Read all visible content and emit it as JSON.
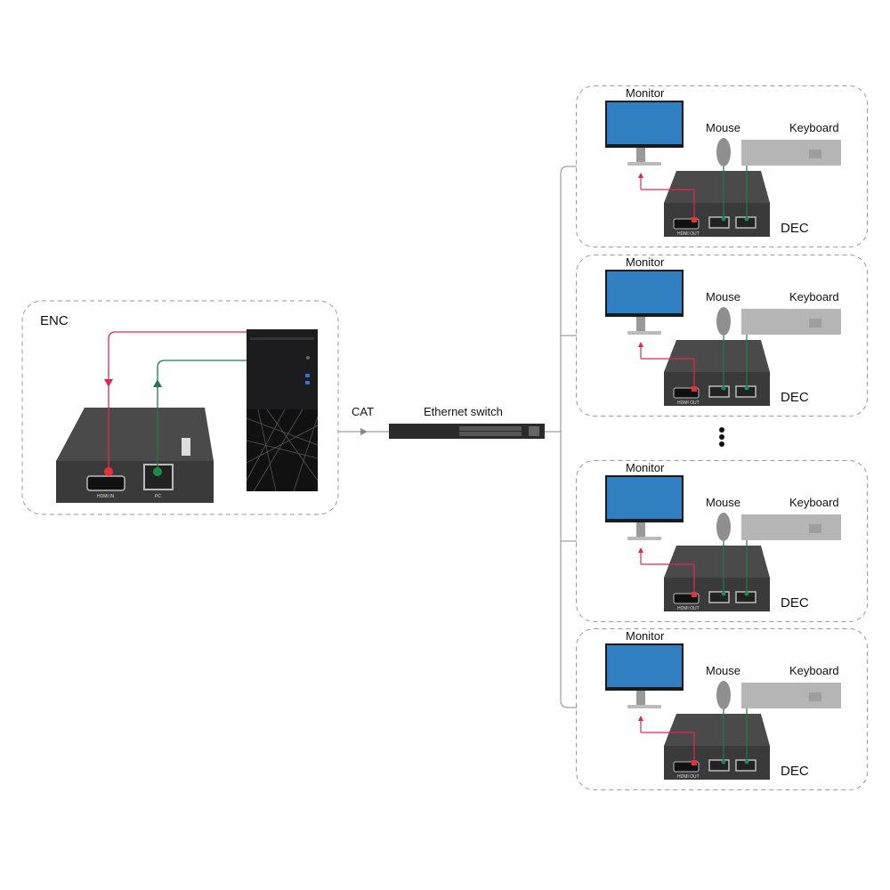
{
  "encoder": {
    "label": "ENC",
    "ports": {
      "hdmi_in": "HDMI IN",
      "pc": "PC"
    }
  },
  "link": {
    "cable_label": "CAT",
    "switch_label": "Ethernet switch"
  },
  "decoders": [
    {
      "monitor_label": "Monitor",
      "mouse_label": "Mouse",
      "keyboard_label": "Keyboard",
      "device_label": "DEC",
      "port_label": "HDMI OUT"
    },
    {
      "monitor_label": "Monitor",
      "mouse_label": "Mouse",
      "keyboard_label": "Keyboard",
      "device_label": "DEC",
      "port_label": "HDMI OUT"
    },
    {
      "monitor_label": "Monitor",
      "mouse_label": "Mouse",
      "keyboard_label": "Keyboard",
      "device_label": "DEC",
      "port_label": "HDMI OUT"
    },
    {
      "monitor_label": "Monitor",
      "mouse_label": "Mouse",
      "keyboard_label": "Keyboard",
      "device_label": "DEC",
      "port_label": "HDMI OUT"
    }
  ],
  "colors": {
    "video_signal": "#e0284f",
    "usb_signal": "#1e7a4c",
    "dashed_border": "#9a9a9a",
    "device_body": "#3a3a3a"
  }
}
